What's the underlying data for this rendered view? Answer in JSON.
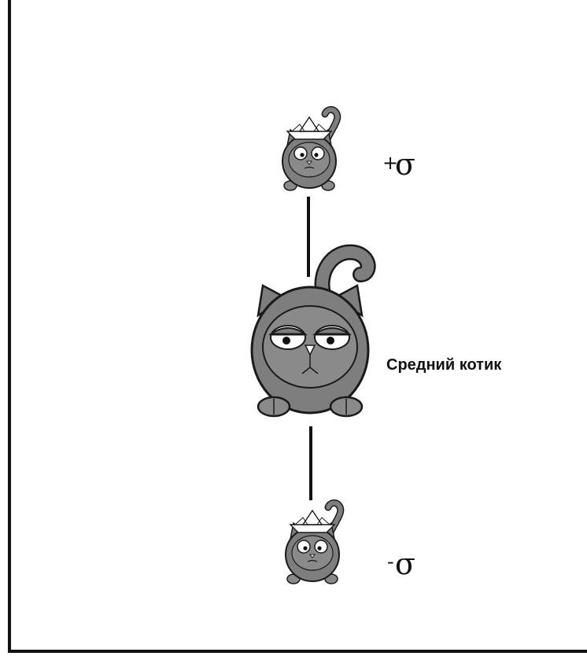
{
  "diagram": {
    "upper": {
      "sign": "+",
      "symbol": "σ"
    },
    "mean": {
      "label": "Средний котик"
    },
    "lower": {
      "sign": "-",
      "symbol": "σ"
    }
  },
  "colors": {
    "cat_body": "#7e7e7e",
    "cat_belly": "#8a8a8a",
    "outline": "#1a1a1a",
    "hat": "#ffffff",
    "axes": "#111111"
  }
}
